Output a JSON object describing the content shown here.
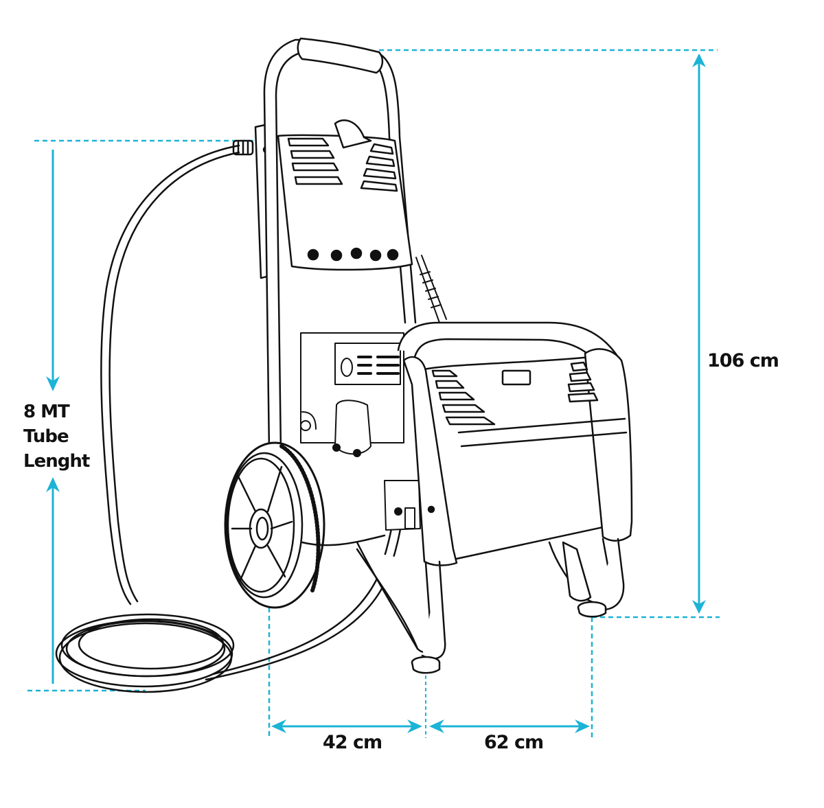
{
  "diagram": {
    "subject": "Gasoline pressure washer with hose, dimensions drawing",
    "accent_color": "#1bb3d6",
    "line_color": "#111111",
    "dimensions": {
      "hose_length": {
        "line1": "8 MT",
        "line2": "Tube",
        "line3": "Lenght"
      },
      "height": {
        "label": "106 cm"
      },
      "wheel_to_front_foot": {
        "label": "42 cm"
      },
      "front_to_rear_foot": {
        "label": "62 cm"
      }
    },
    "parts": [
      "handle-grip",
      "upright-frame",
      "control-panel",
      "nozzle-tips",
      "spray-wand",
      "engine",
      "recoil-starter",
      "pump",
      "hood-cover",
      "wheel",
      "front-feet",
      "hose-coil",
      "hose-outlet-fitting"
    ]
  }
}
